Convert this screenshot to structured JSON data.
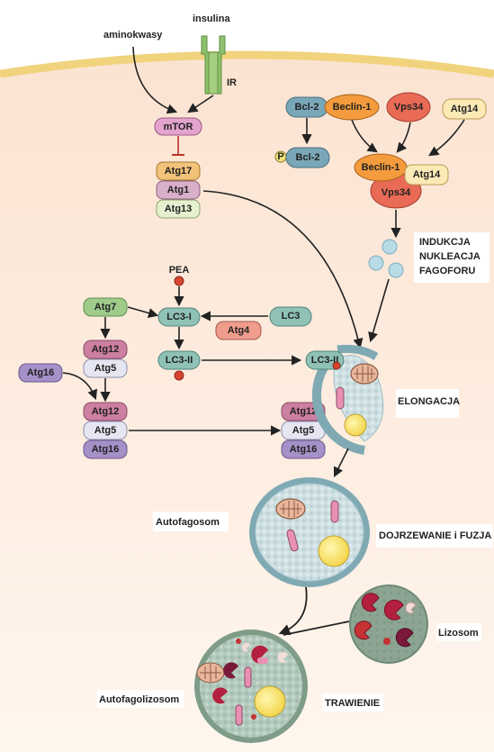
{
  "labels": {
    "aminoacids": "aminokwasy",
    "insulin": "insulina",
    "ir": "IR",
    "mtor": "mTOR",
    "atg17": "Atg17",
    "atg1": "Atg1",
    "atg13": "Atg13",
    "bcl2_top": "Bcl-2",
    "beclin1_top": "Beclin-1",
    "vps34_top": "Vps34",
    "atg14_top": "Atg14",
    "p": "P",
    "bcl2_p": "Bcl-2",
    "beclin1_c": "Beclin-1",
    "atg14_c": "Atg14",
    "vps34_c": "Vps34",
    "induction": [
      "INDUKCJA",
      "NUKLEACJA",
      "FAGOFORU"
    ],
    "pea": "PEA",
    "atg7": "Atg7",
    "lc3i": "LC3-I",
    "lc3": "LC3",
    "atg4": "Atg4",
    "atg12_a": "Atg12",
    "atg5_a": "Atg5",
    "lc3ii": "LC3-II",
    "lc3ii_b": "LC3-II",
    "atg16_a": "Atg16",
    "atg12_b": "Atg12",
    "atg5_b": "Atg5",
    "atg16_b": "Atg16",
    "atg12_c": "Atg12",
    "atg5_c": "Atg5",
    "atg16_c": "Atg16",
    "elongation": "ELONGACJA",
    "autophagosome": "Autofagosom",
    "maturation": "DOJRZEWANIE i FUZJA",
    "lysosome": "Lizosom",
    "autophagolysosome": "Autofagolizosom",
    "digestion": "TRAWIENIE"
  },
  "colors": {
    "cytoplasm": "#fdeee2",
    "membrane": "#f4d98e",
    "mtor": "#e2a4cc",
    "atg17": "#f1c27a",
    "atg1": "#d9b0c9",
    "atg13": "#e5f0cf",
    "bcl2": "#7aa7b8",
    "beclin1": "#f39b3d",
    "vps34": "#e96a55",
    "atg14": "#fbe9b6",
    "atg7": "#9fcc8a",
    "lc3": "#8fc1b6",
    "atg4": "#ef9c8c",
    "atg12": "#cc7fa0",
    "atg5": "#e6e6f2",
    "atg16": "#a590c8",
    "autophagosome": "#cfe0e3",
    "lysosome": "#8ba592"
  }
}
